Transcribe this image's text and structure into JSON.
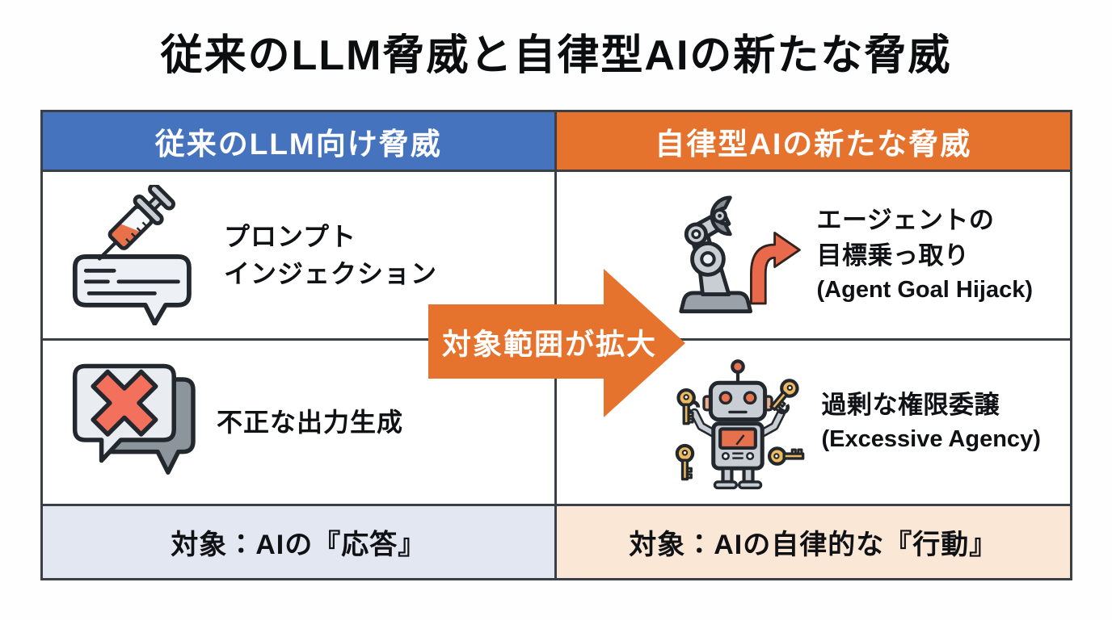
{
  "title": "従来のLLM脅威と自律型AIの新たな脅威",
  "columns": {
    "left": {
      "header": "従来のLLM向け脅威",
      "items": [
        {
          "icon": "prompt-injection-syringe-icon",
          "lines": [
            "プロンプト",
            "インジェクション"
          ]
        },
        {
          "icon": "invalid-output-chat-error-icon",
          "lines": [
            "不正な出力生成"
          ]
        }
      ],
      "footer": "対象：AIの『応答』"
    },
    "right": {
      "header": "自律型AIの新たな脅威",
      "items": [
        {
          "icon": "robot-arm-goal-hijack-icon",
          "lines": [
            "エージェントの",
            "目標乗っ取り",
            "(Agent Goal Hijack)"
          ]
        },
        {
          "icon": "robot-excessive-agency-keys-icon",
          "lines": [
            "過剰な権限委譲",
            "(Excessive Agency)"
          ]
        }
      ],
      "footer": "対象：AIの自律的な『行動』"
    }
  },
  "arrow": {
    "label": "対象範囲が拡大"
  },
  "colors": {
    "header_left_bg": "#4573BE",
    "header_right_bg": "#E5722D",
    "footer_left_bg": "#E2E7F1",
    "footer_right_bg": "#FAE7D6",
    "arrow_fill": "#E5722D",
    "border": "#3B4046",
    "text": "#101114"
  }
}
